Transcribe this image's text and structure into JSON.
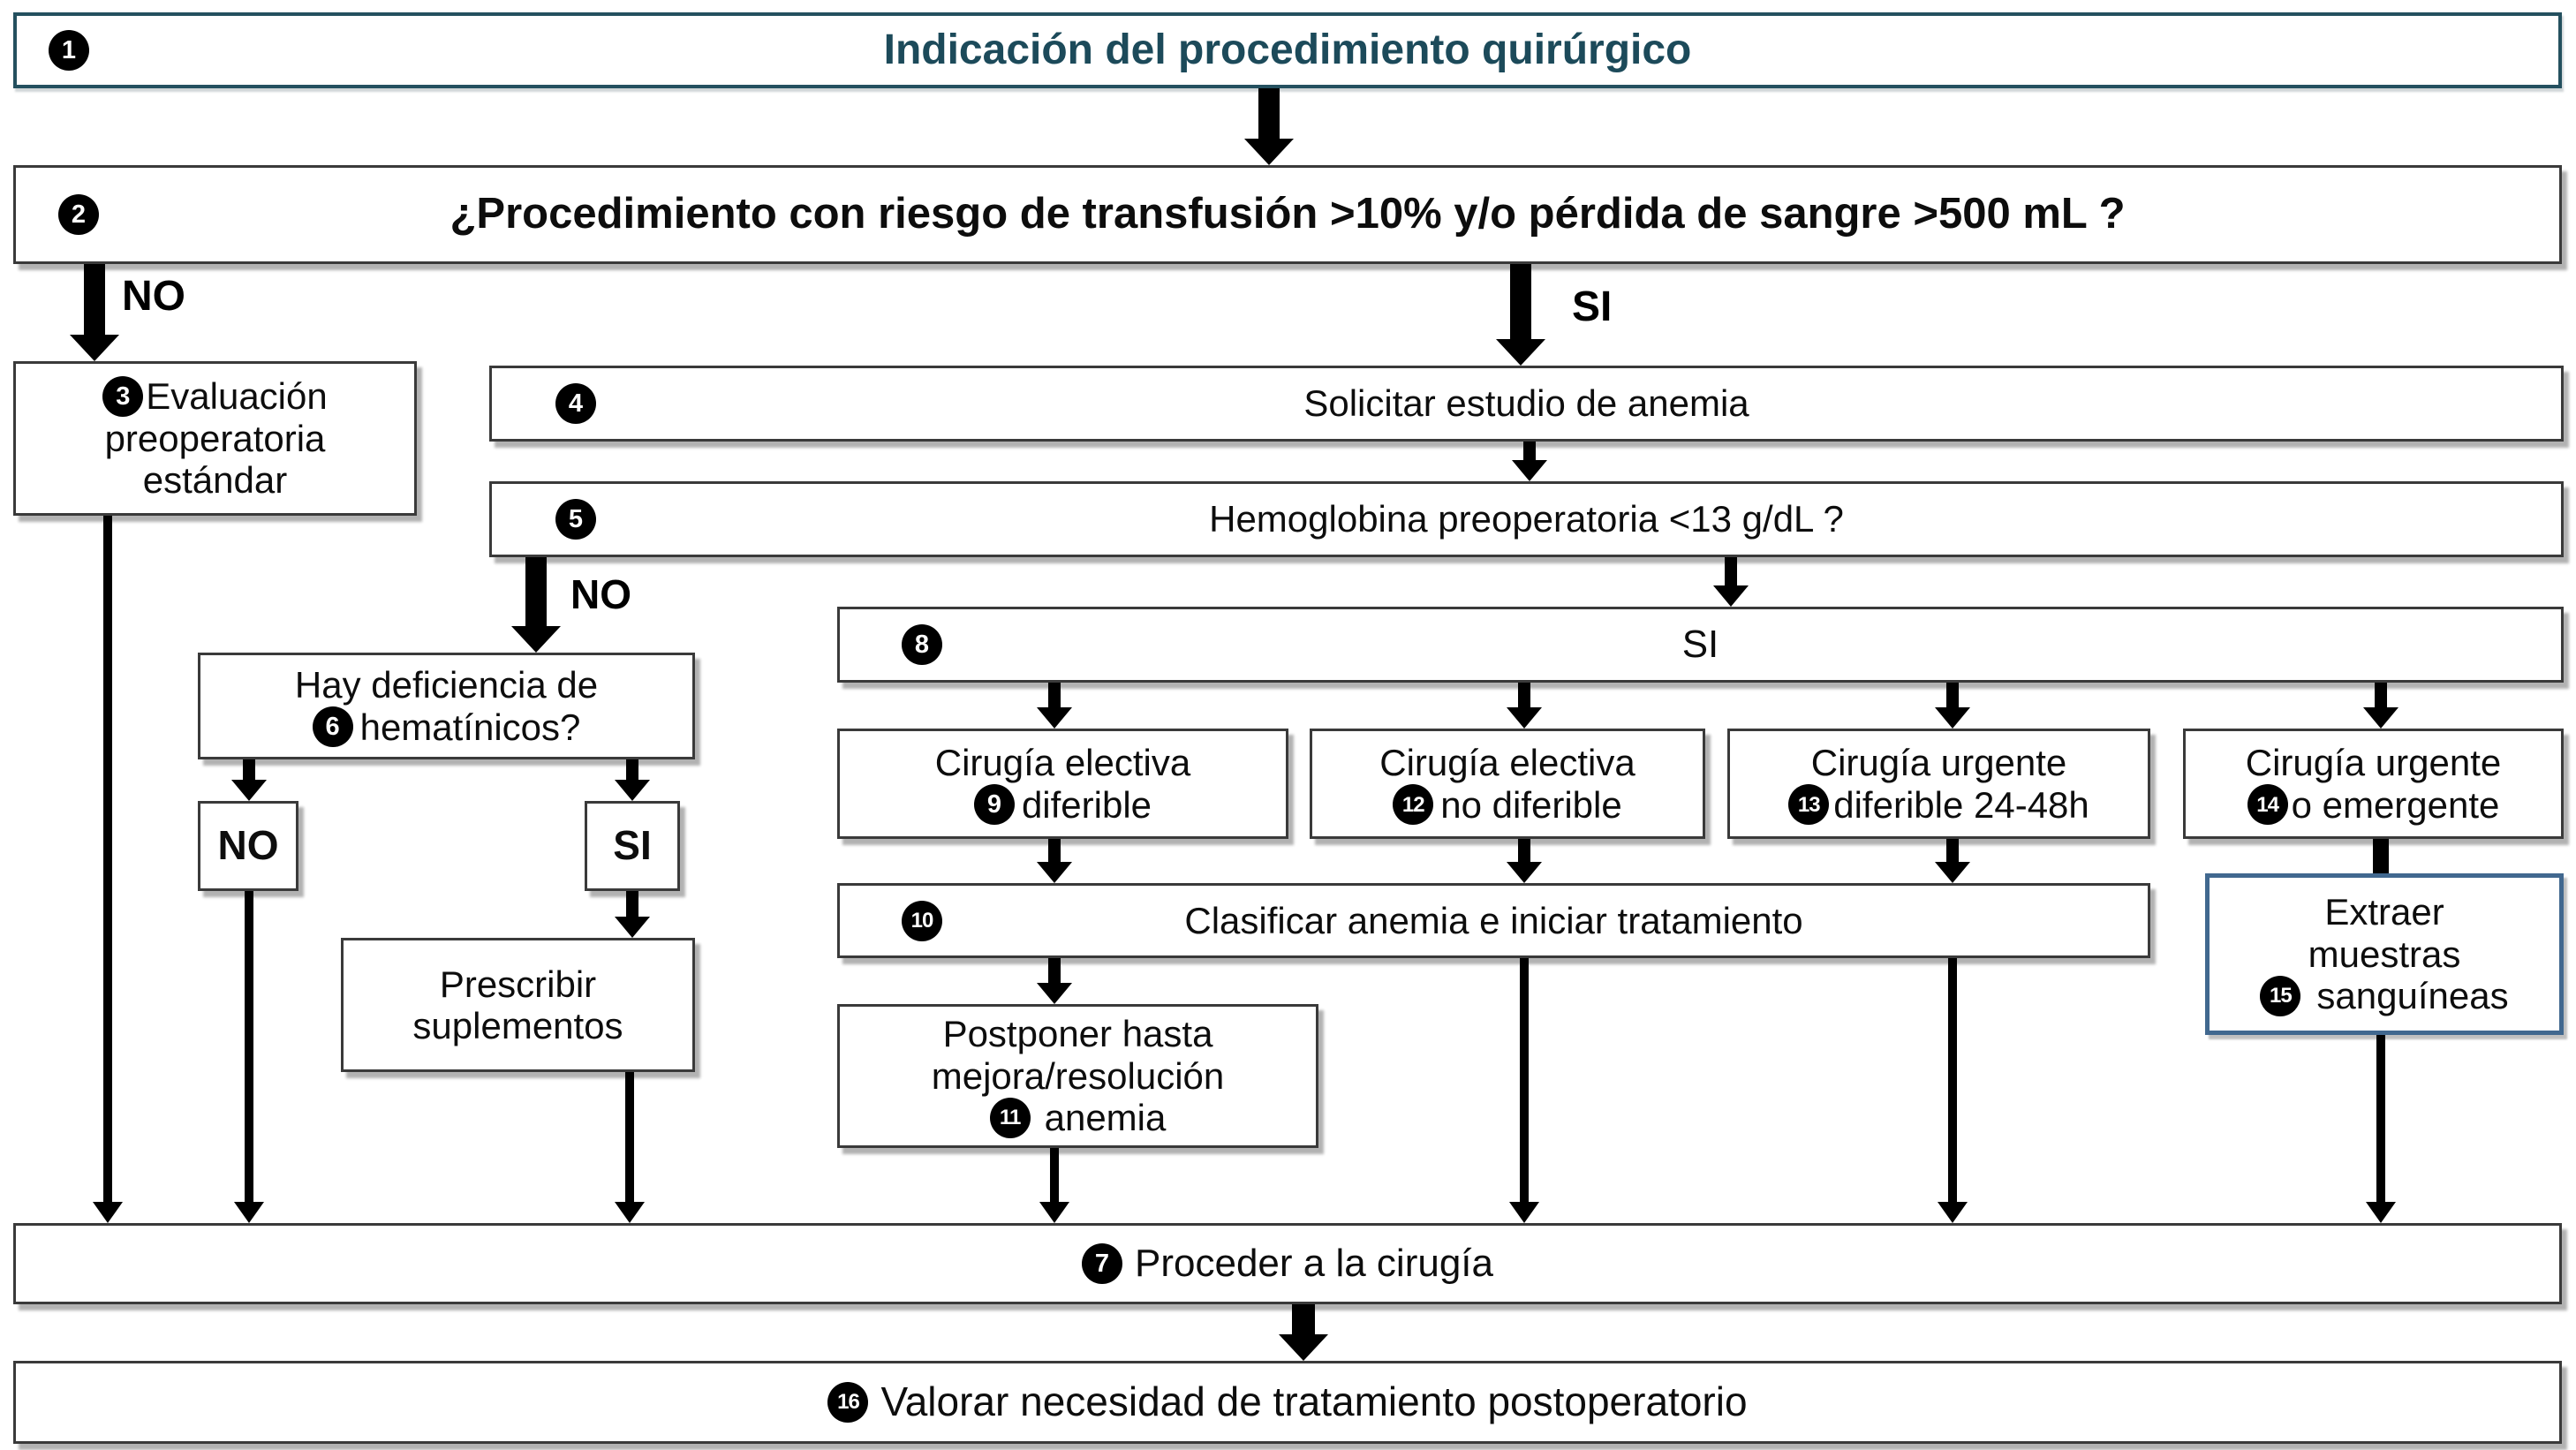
{
  "figure": {
    "type": "flowchart",
    "language": "es",
    "colors": {
      "title_text": "#1c4a5a",
      "title_border": "#24505f",
      "box_border": "#3a3a3a",
      "highlight_border": "#41688f",
      "arrow": "#000000",
      "background": "#ffffff"
    },
    "nodes": {
      "n1": {
        "num": "1",
        "text": "Indicación del procedimiento quirúrgico"
      },
      "n2": {
        "num": "2",
        "text": "¿Procedimiento con riesgo de transfusión >10% y/o pérdida de sangre >500 mL ?"
      },
      "n3": {
        "num": "3",
        "l1": "Evaluación",
        "l2": "preoperatoria",
        "l3": "estándar"
      },
      "n4": {
        "num": "4",
        "text": "Solicitar estudio de anemia"
      },
      "n5": {
        "num": "5",
        "text": "Hemoglobina preoperatoria <13 g/dL ?"
      },
      "n6": {
        "num": "6",
        "l1": "Hay deficiencia de",
        "l2": "hematínicos?"
      },
      "n7": {
        "num": "7",
        "text": "Proceder a la cirugía"
      },
      "n8": {
        "num": "8",
        "text": "SI"
      },
      "n9": {
        "num": "9",
        "l1": "Cirugía electiva",
        "l2": "diferible"
      },
      "n10": {
        "num": "10",
        "text": "Clasificar anemia e iniciar tratamiento"
      },
      "n11": {
        "num": "11",
        "l1": "Postponer hasta",
        "l2": "mejora/resolución",
        "l3": "anemia"
      },
      "n12": {
        "num": "12",
        "l1": "Cirugía electiva",
        "l2": "no diferible"
      },
      "n13": {
        "num": "13",
        "l1": "Cirugía urgente",
        "l2": "diferible 24-48h"
      },
      "n14": {
        "num": "14",
        "l1": "Cirugía urgente",
        "l2": "o emergente"
      },
      "n15": {
        "num": "15",
        "l1": "Extraer",
        "l2": "muestras",
        "l3": "sanguíneas"
      },
      "n16": {
        "num": "16",
        "text": "Valorar necesidad de tratamiento postoperatorio"
      },
      "prescribe": {
        "l1": "Prescribir",
        "l2": "suplementos"
      }
    },
    "labels": {
      "no_after_risk": "NO",
      "si_after_risk": "SI",
      "no_after_hb": "NO",
      "no_box": "NO",
      "si_box": "SI"
    }
  }
}
